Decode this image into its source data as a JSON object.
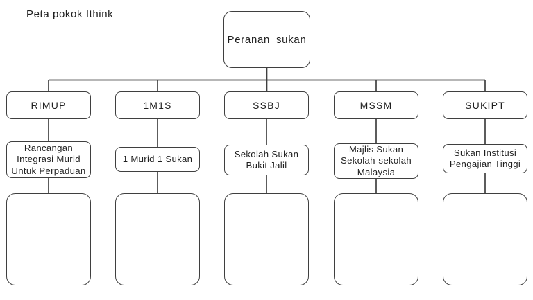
{
  "title": "Peta pokok Ithink",
  "root": {
    "label": "Peranan sukan"
  },
  "branches": [
    {
      "acronym": "RIMUP",
      "description": "Rancangan\nIntegrasi Murid\nUntuk Perpaduan"
    },
    {
      "acronym": "1M1S",
      "description": "1 Murid 1 Sukan"
    },
    {
      "acronym": "SSBJ",
      "description": "Sekolah Sukan\nBukit Jalil"
    },
    {
      "acronym": "MSSM",
      "description": "Majlis Sukan\nSekolah-sekolah\nMalaysia"
    },
    {
      "acronym": "SUKIPT",
      "description": "Sukan Institusi\nPengajian Tinggi"
    }
  ],
  "empty_slots_count": 5,
  "colors": {
    "line": "#3f3f3f",
    "text": "#1f1f1f",
    "background": "#ffffff"
  }
}
